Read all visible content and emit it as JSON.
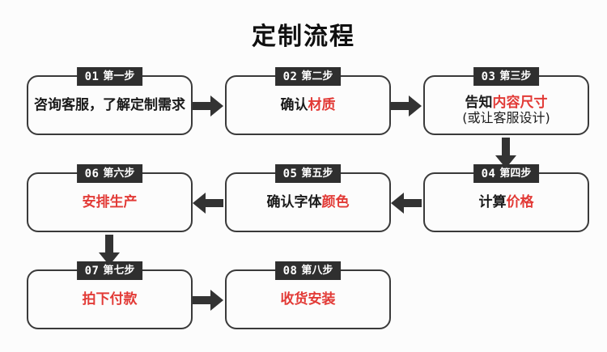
{
  "title": "定制流程",
  "theme": {
    "background": "#fcfcfc",
    "box_border": "#3a3a3a",
    "tag_background": "#2f2f2f",
    "tag_text": "#ffffff",
    "text": "#1a1a1a",
    "highlight": "#e23a36",
    "arrow": "#333333"
  },
  "steps": [
    {
      "num": "01",
      "label": "第一步",
      "lines": [
        {
          "parts": [
            {
              "text": "咨询客服，了解定制需求",
              "highlight": false
            }
          ]
        }
      ]
    },
    {
      "num": "02",
      "label": "第二步",
      "lines": [
        {
          "parts": [
            {
              "text": "确认",
              "highlight": false
            },
            {
              "text": "材质",
              "highlight": true
            }
          ]
        }
      ]
    },
    {
      "num": "03",
      "label": "第三步",
      "lines": [
        {
          "parts": [
            {
              "text": "告知",
              "highlight": false
            },
            {
              "text": "内容尺寸",
              "highlight": true
            }
          ]
        },
        {
          "parts": [
            {
              "text": "(或让客服设计)",
              "highlight": false
            }
          ],
          "sub": true
        }
      ]
    },
    {
      "num": "04",
      "label": "第四步",
      "lines": [
        {
          "parts": [
            {
              "text": "计算",
              "highlight": false
            },
            {
              "text": "价格",
              "highlight": true
            }
          ]
        }
      ]
    },
    {
      "num": "05",
      "label": "第五步",
      "lines": [
        {
          "parts": [
            {
              "text": "确认字体",
              "highlight": false
            },
            {
              "text": "颜色",
              "highlight": true
            }
          ]
        }
      ]
    },
    {
      "num": "06",
      "label": "第六步",
      "lines": [
        {
          "parts": [
            {
              "text": "安排生产",
              "highlight": true
            }
          ]
        }
      ]
    },
    {
      "num": "07",
      "label": "第七步",
      "lines": [
        {
          "parts": [
            {
              "text": "拍下付款",
              "highlight": true
            }
          ]
        }
      ]
    },
    {
      "num": "08",
      "label": "第八步",
      "lines": [
        {
          "parts": [
            {
              "text": "收货安装",
              "highlight": true
            }
          ]
        }
      ]
    }
  ],
  "connectors": [
    {
      "name": "arrow-step1-to-step2",
      "direction": "right"
    },
    {
      "name": "arrow-step2-to-step3",
      "direction": "right"
    },
    {
      "name": "arrow-step3-to-step4",
      "direction": "down"
    },
    {
      "name": "arrow-step4-to-step5",
      "direction": "left"
    },
    {
      "name": "arrow-step5-to-step6",
      "direction": "left"
    },
    {
      "name": "arrow-step6-to-step7",
      "direction": "down"
    },
    {
      "name": "arrow-step7-to-step8",
      "direction": "right"
    }
  ]
}
